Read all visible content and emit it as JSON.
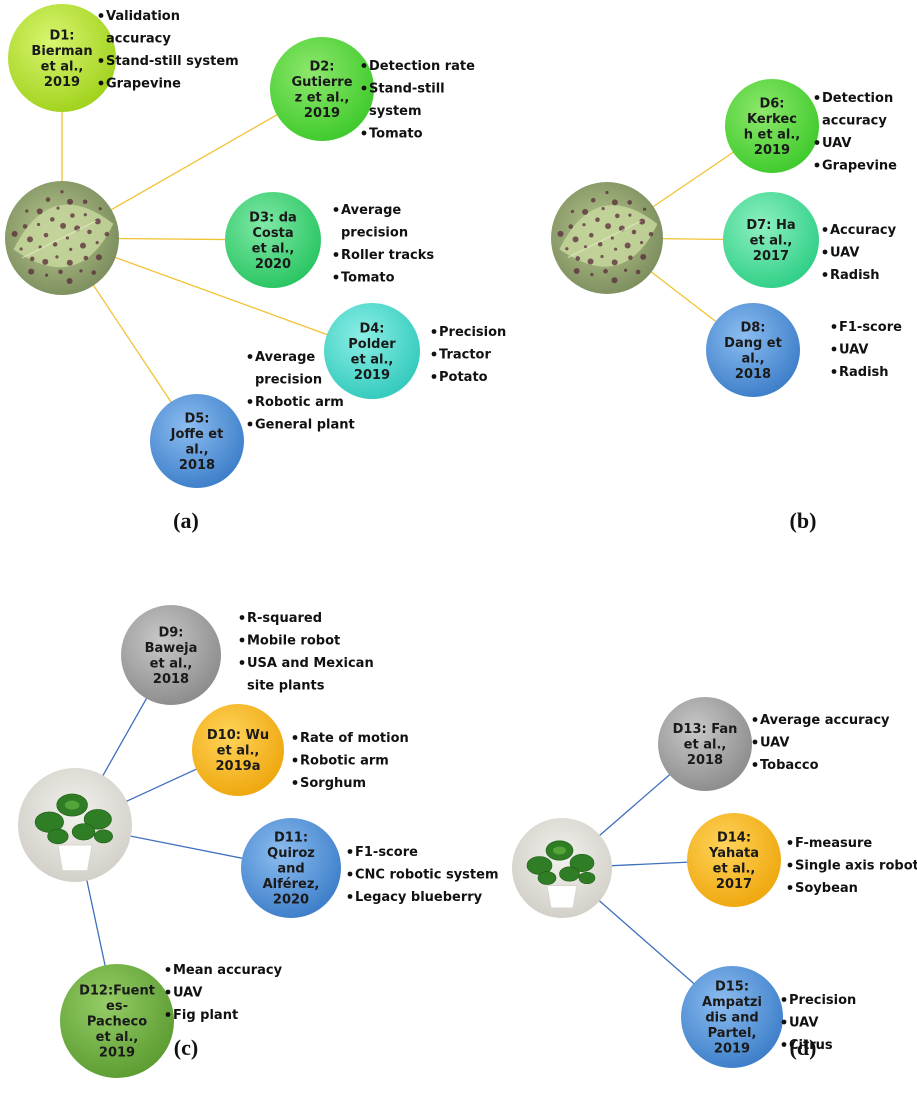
{
  "colors": {
    "yellow_line": "#f2c233",
    "blue_line": "#3f6fbf",
    "lime": "#b9e32c",
    "green": "#5bd63a",
    "seagreen": "#3fd675",
    "aqua": "#4fd6c9",
    "blue": "#4c8fd6",
    "mint": "#4fdc98",
    "gray": "#9b9b9b",
    "orange": "#f5b615",
    "olive": "#6cae3e",
    "leaf_bg": "#8c9d6a",
    "plant_bg": "#dedcd6"
  },
  "panels": [
    {
      "label": "(a)",
      "center_icon": "diseased-leaf",
      "nodes": [
        {
          "id": "D1",
          "title": "D1:\nBierman\net al.,\n2019",
          "color": "lime",
          "bullets": [
            "Validation",
            "accuracy",
            "Stand-still system",
            "Grapevine"
          ],
          "bullet_marks": [
            true,
            false,
            true,
            true
          ]
        },
        {
          "id": "D2",
          "title": "D2:\nGutierre\nz et al.,\n2019",
          "color": "green",
          "bullets": [
            "Detection rate",
            "Stand-still",
            "system",
            "Tomato"
          ],
          "bullet_marks": [
            true,
            true,
            false,
            true
          ]
        },
        {
          "id": "D3",
          "title": "D3: da\nCosta\net al.,\n2020",
          "color": "seagreen",
          "bullets": [
            "Average",
            "precision",
            "Roller tracks",
            "Tomato"
          ],
          "bullet_marks": [
            true,
            false,
            true,
            true
          ]
        },
        {
          "id": "D4",
          "title": "D4:\nPolder\net al.,\n2019",
          "color": "aqua",
          "bullets": [
            "Precision",
            "Tractor",
            "Potato"
          ],
          "bullet_marks": [
            true,
            true,
            true
          ]
        },
        {
          "id": "D5",
          "title": "D5:\nJoffe et\nal.,\n2018",
          "color": "blue",
          "bullets": [
            "Average",
            "precision",
            "Robotic arm",
            "General plant"
          ],
          "bullet_marks": [
            true,
            false,
            true,
            true
          ]
        }
      ]
    },
    {
      "label": "(b)",
      "center_icon": "diseased-leaf",
      "nodes": [
        {
          "id": "D6",
          "title": "D6:\nKerkec\nh et al.,\n2019",
          "color": "green",
          "bullets": [
            "Detection",
            "accuracy",
            "UAV",
            "Grapevine"
          ],
          "bullet_marks": [
            true,
            false,
            true,
            true
          ]
        },
        {
          "id": "D7",
          "title": "D7: Ha\net al.,\n2017",
          "color": "mint",
          "bullets": [
            "Accuracy",
            "UAV",
            "Radish"
          ],
          "bullet_marks": [
            true,
            true,
            true
          ]
        },
        {
          "id": "D8",
          "title": "D8:\nDang et\nal.,\n2018",
          "color": "blue",
          "bullets": [
            "F1-score",
            "UAV",
            "Radish"
          ],
          "bullet_marks": [
            true,
            true,
            true
          ]
        }
      ]
    },
    {
      "label": "(c)",
      "center_icon": "potted-plant",
      "nodes": [
        {
          "id": "D9",
          "title": "D9:\nBaweja\net al.,\n2018",
          "color": "gray",
          "bullets": [
            "R-squared",
            "Mobile robot",
            "USA and Mexican",
            "site plants"
          ],
          "bullet_marks": [
            true,
            true,
            true,
            false
          ]
        },
        {
          "id": "D10",
          "title": "D10: Wu\net al.,\n2019a",
          "color": "orange",
          "bullets": [
            "Rate of motion",
            "Robotic arm",
            "Sorghum"
          ],
          "bullet_marks": [
            true,
            true,
            true
          ]
        },
        {
          "id": "D11",
          "title": "D11:\nQuiroz\nand\nAlférez,\n2020",
          "color": "blue",
          "bullets": [
            "F1-score",
            "CNC robotic system",
            "Legacy blueberry"
          ],
          "bullet_marks": [
            true,
            true,
            true
          ]
        },
        {
          "id": "D12",
          "title": "D12:Fuent\nes-\nPacheco\net al.,\n2019",
          "color": "olive",
          "bullets": [
            "Mean accuracy",
            "UAV",
            "Fig plant"
          ],
          "bullet_marks": [
            true,
            true,
            true
          ]
        }
      ]
    },
    {
      "label": "(d)",
      "center_icon": "potted-plant",
      "nodes": [
        {
          "id": "D13",
          "title": "D13: Fan\net al.,\n2018",
          "color": "gray",
          "bullets": [
            "Average accuracy",
            "UAV",
            "Tobacco"
          ],
          "bullet_marks": [
            true,
            true,
            true
          ]
        },
        {
          "id": "D14",
          "title": "D14:\nYahata\net al.,\n2017",
          "color": "orange",
          "bullets": [
            "F-measure",
            "Single axis robot",
            "Soybean"
          ],
          "bullet_marks": [
            true,
            true,
            true
          ]
        },
        {
          "id": "D15",
          "title": "D15:\nAmpatzi\ndis and\nPartel,\n2019",
          "color": "blue",
          "bullets": [
            "Precision",
            "UAV",
            "Citrus"
          ],
          "bullet_marks": [
            true,
            true,
            true
          ]
        }
      ]
    }
  ]
}
